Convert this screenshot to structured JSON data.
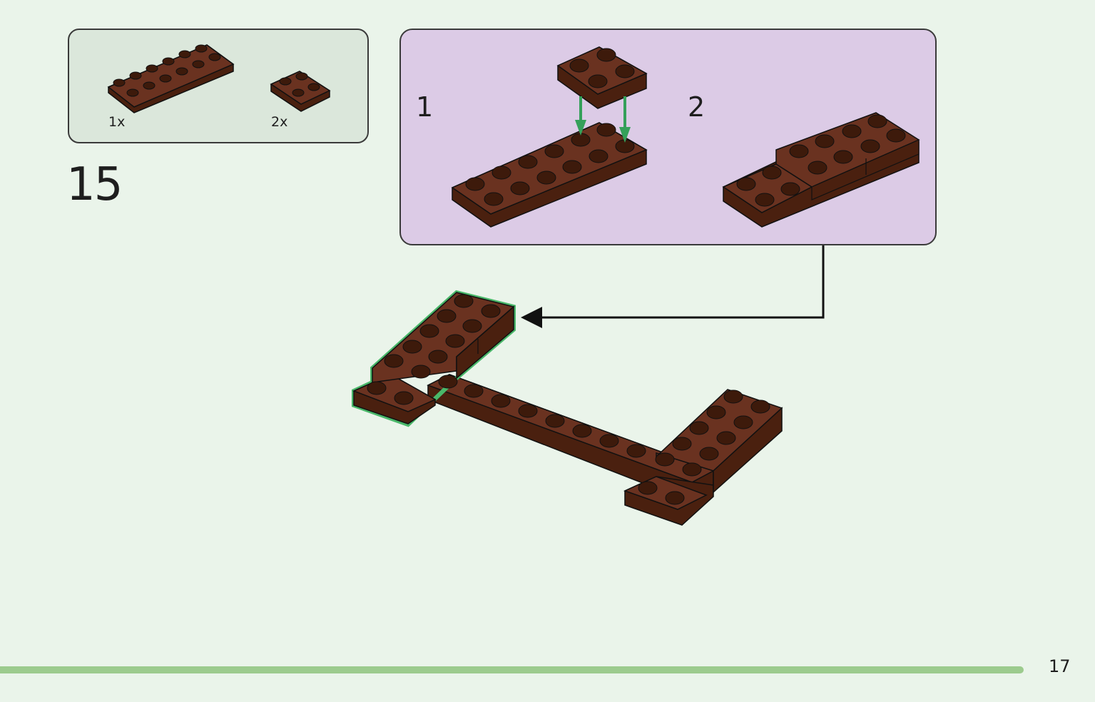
{
  "step": {
    "number": "15"
  },
  "parts": [
    {
      "name": "plate-2x6",
      "quantity": "1x"
    },
    {
      "name": "plate-2x2",
      "quantity": "2x"
    }
  ],
  "substeps": [
    {
      "number": "1"
    },
    {
      "number": "2"
    }
  ],
  "page": {
    "number": "17"
  },
  "colors": {
    "brick": "#5c2a19",
    "highlight": "#4ab86a",
    "arrow": "#35a05a",
    "sub_panel": "#dccbe6",
    "parts_panel": "#dbe7db",
    "bar": "#9ccb8e"
  }
}
